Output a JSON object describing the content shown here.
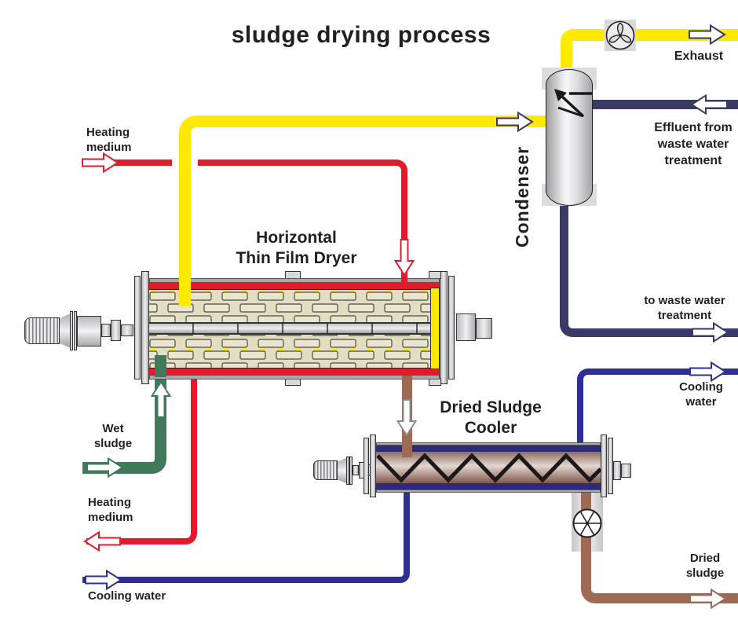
{
  "title": "sludge drying process",
  "equipment": {
    "dryer_label": "Horizontal\nThin Film Dryer",
    "condenser_label": "Condenser",
    "cooler_label": "Dried Sludge\nCooler"
  },
  "streams": {
    "heating_medium_in": {
      "label": "Heating\nmedium",
      "color": "#E21B2C",
      "direction": "right"
    },
    "heating_medium_out": {
      "label": "Heating\nmedium",
      "color": "#E21B2C",
      "direction": "left"
    },
    "wet_sludge": {
      "label": "Wet\nsludge",
      "color": "#417A5B",
      "direction": "up"
    },
    "vapour": {
      "label": "",
      "color": "#FFE903",
      "direction": "right"
    },
    "exhaust": {
      "label": "Exhaust",
      "color": "#FFE903",
      "direction": "right"
    },
    "effluent": {
      "label": "Effluent from\nwaste water\ntreatment",
      "color": "#3A3A68",
      "direction": "left"
    },
    "to_waste_water": {
      "label": "to waste water\ntreatment",
      "color": "#3A3A68",
      "direction": "right"
    },
    "cooling_water_out": {
      "label": "Cooling\nwater",
      "color": "#2E3192",
      "direction": "right"
    },
    "cooling_water_in": {
      "label": "Cooling water",
      "color": "#2E3192",
      "direction": "right"
    },
    "dried_sludge": {
      "label": "Dried\nsludge",
      "color": "#9E6A53",
      "direction": "right"
    }
  },
  "icons": {
    "fan": "exhaust-fan-icon",
    "valve": "rotary-valve-icon",
    "spray": "spray-nozzle-icon",
    "motor_dryer": "dryer-motor-icon",
    "motor_cooler": "cooler-motor-icon"
  }
}
